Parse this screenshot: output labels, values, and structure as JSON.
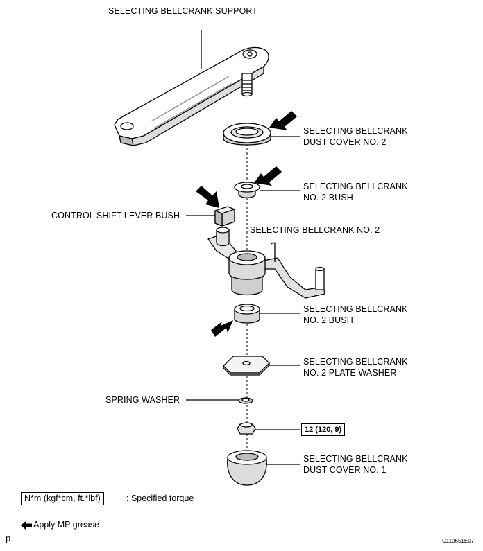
{
  "labels": {
    "support": "SELECTING BELLCRANK SUPPORT",
    "dust_cover_2": [
      "SELECTING BELLCRANK",
      "DUST COVER NO. 2"
    ],
    "bush_upper": [
      "SELECTING BELLCRANK",
      "NO. 2 BUSH"
    ],
    "control_shift_lever_bush": "CONTROL SHIFT LEVER BUSH",
    "bellcrank_no2": "SELECTING BELLCRANK NO. 2",
    "bush_lower": [
      "SELECTING BELLCRANK",
      "NO. 2 BUSH"
    ],
    "plate_washer": [
      "SELECTING BELLCRANK",
      "NO. 2 PLATE WASHER"
    ],
    "spring_washer": "SPRING WASHER",
    "torque": "12 (120, 9)",
    "dust_cover_1": [
      "SELECTING BELLCRANK",
      "DUST COVER NO. 1"
    ]
  },
  "legend": {
    "torque_unit": "N*m (kgf*cm, ft.*lbf)",
    "torque_desc": ": Specified torque",
    "grease": "Apply MP grease"
  },
  "corner_mark": "p",
  "figure_code": "C119651E07"
}
